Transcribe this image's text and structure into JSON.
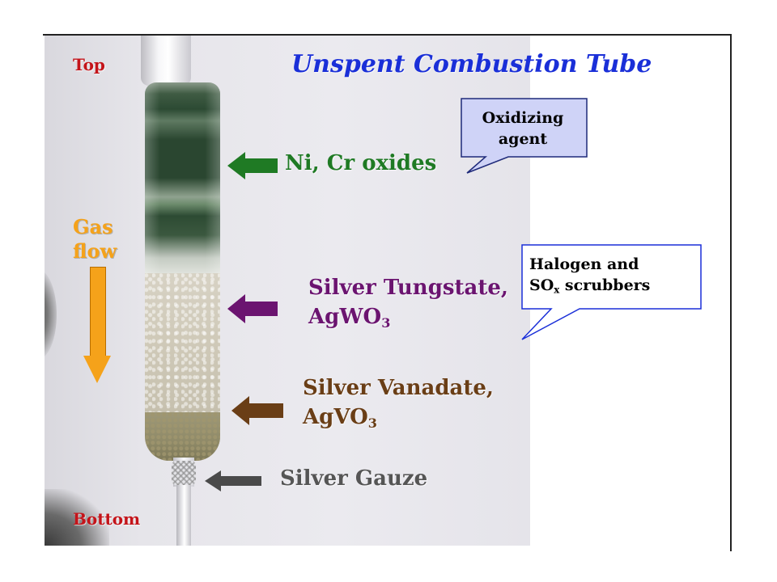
{
  "slide": {
    "title": "Unspent Combustion Tube",
    "top_label": "Top",
    "bottom_label": "Bottom",
    "gas_flow": {
      "line1": "Gas",
      "line2": "flow"
    },
    "layers": {
      "ni_cr": "Ni, Cr oxides",
      "tungstate_line1": "Silver Tungstate,",
      "tungstate_formula_main": "AgWO",
      "tungstate_formula_sub": "3",
      "vanadate_line1": "Silver Vanadate,",
      "vanadate_formula_main": "AgVO",
      "vanadate_formula_sub": "3",
      "gauze": "Silver Gauze"
    },
    "callouts": {
      "oxidizing_line1": "Oxidizing",
      "oxidizing_line2": "agent",
      "halogen_line1": "Halogen and",
      "halogen_line2_prefix": "SO",
      "halogen_line2_sub": "x",
      "halogen_line2_suffix": " scrubbers"
    },
    "colors": {
      "title": "#1a2fd8",
      "top_bottom": "#c4141a",
      "gas_flow": "#f5a21a",
      "ni_cr": "#1f7a24",
      "tungstate": "#6b1470",
      "vanadate": "#6a3e16",
      "gauze": "#555555",
      "callout_oxidizing_fill": "#cfd3f7",
      "callout_halogen_stroke": "#1a2fd8"
    }
  }
}
